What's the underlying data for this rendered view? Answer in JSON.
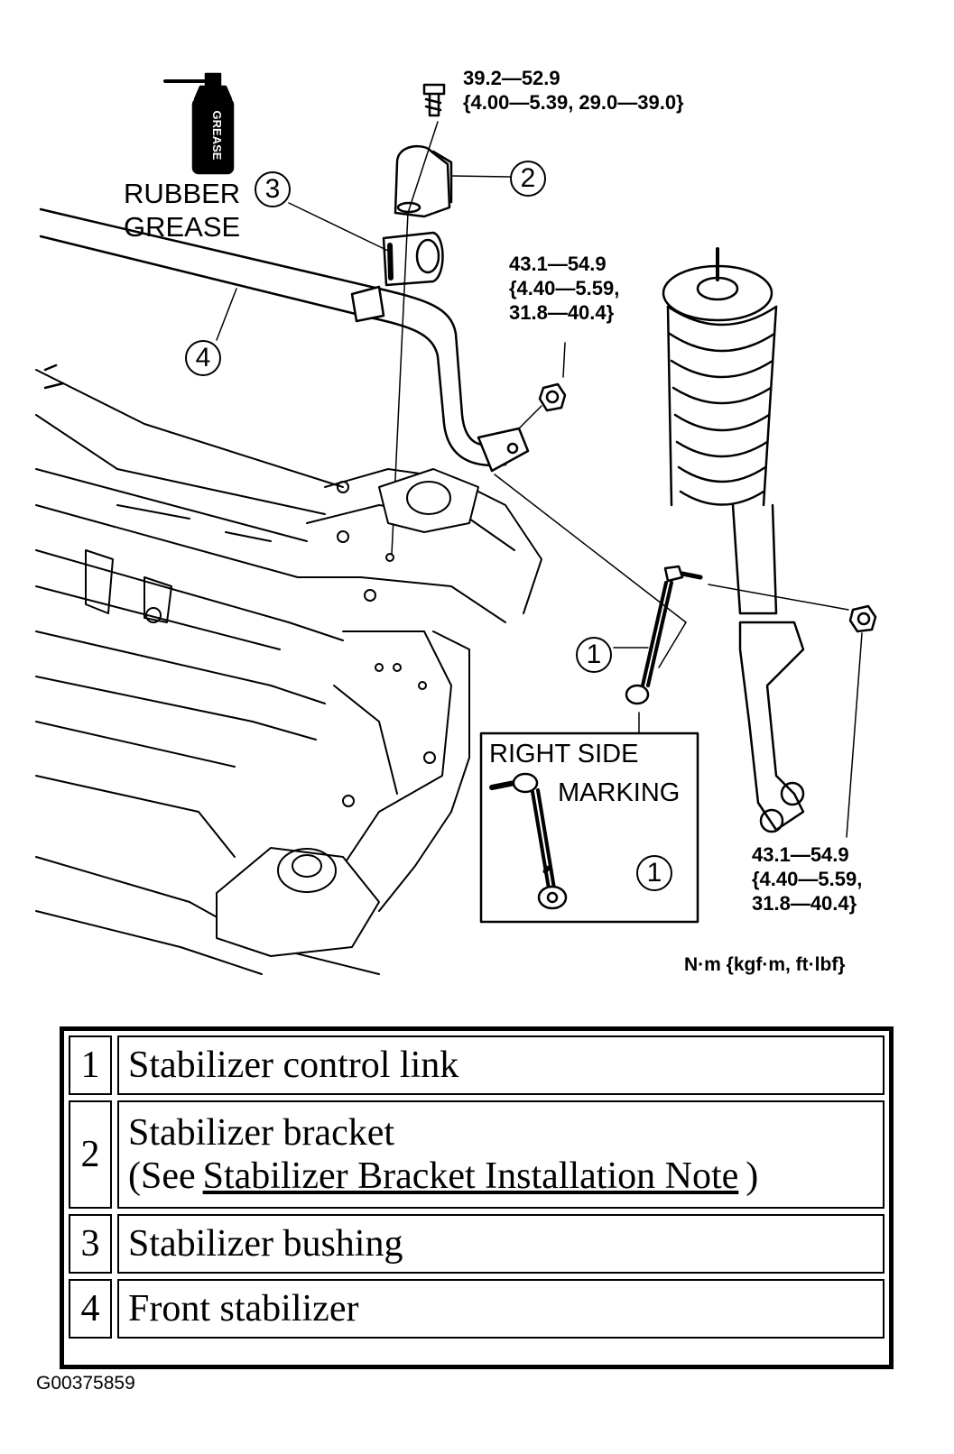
{
  "torque_specs": {
    "bracket_bolt": "39.2—52.9\n{4.00—5.39, 29.0—39.0}",
    "upper_link_nut": "43.1—54.9\n{4.40—5.59,\n31.8—40.4}",
    "lower_link_nut": "43.1—54.9\n{4.40—5.59,\n31.8—40.4}",
    "units": "N·m {kgf·m, ft·lbf}"
  },
  "grease": {
    "can_label": "GREASE",
    "label": "RUBBER\nGREASE"
  },
  "callouts": {
    "link_main": "1",
    "bracket": "2",
    "bushing": "3",
    "stabilizer": "4",
    "link_inset": "1"
  },
  "inset": {
    "title": "RIGHT SIDE",
    "marking": "MARKING"
  },
  "legend": {
    "rows": [
      {
        "num": "1",
        "desc": "Stabilizer control link"
      },
      {
        "num": "2",
        "desc": "Stabilizer bracket",
        "note_prefix": "(See",
        "note_link": "Stabilizer Bracket Installation Note",
        "note_suffix": ")"
      },
      {
        "num": "3",
        "desc": "Stabilizer bushing"
      },
      {
        "num": "4",
        "desc": "Front stabilizer"
      }
    ]
  },
  "figure_code": "G00375859"
}
